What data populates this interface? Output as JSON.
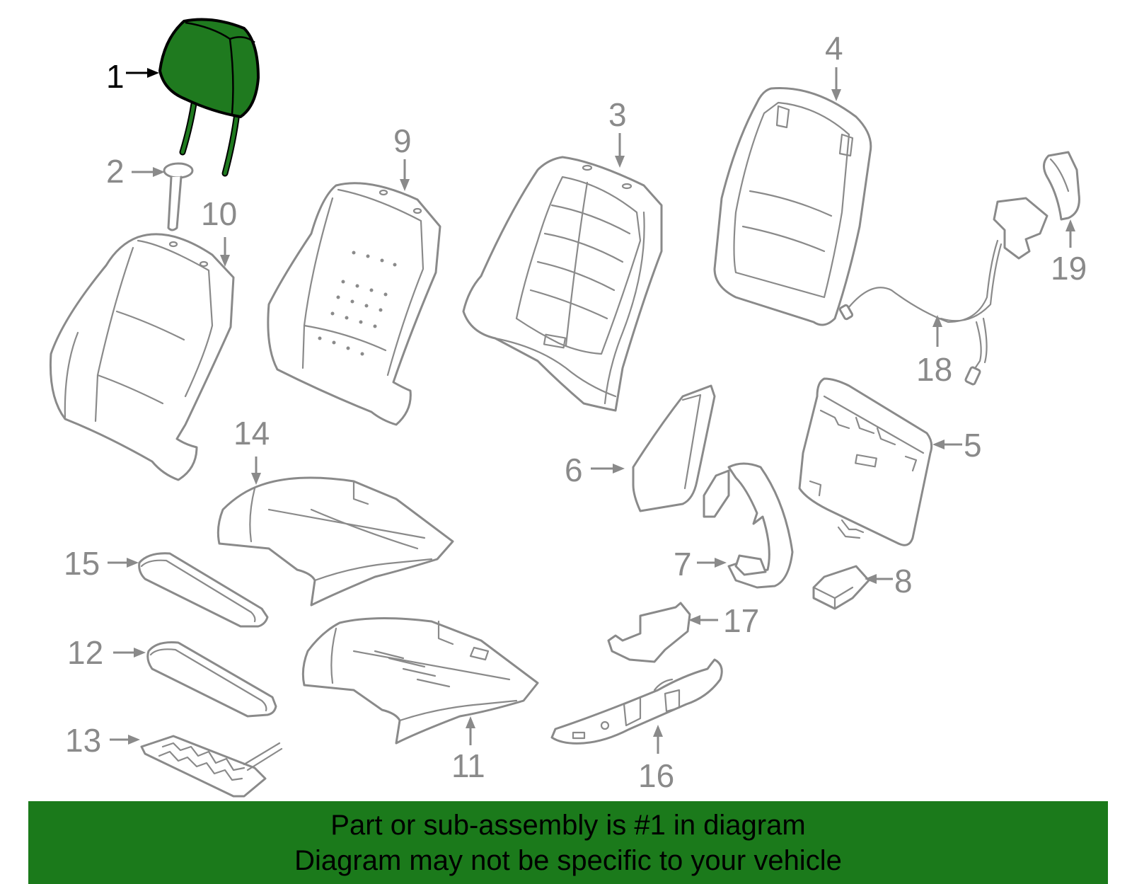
{
  "callouts": [
    {
      "id": "1",
      "label": "1",
      "highlighted": true
    },
    {
      "id": "2",
      "label": "2"
    },
    {
      "id": "3",
      "label": "3"
    },
    {
      "id": "4",
      "label": "4"
    },
    {
      "id": "5",
      "label": "5"
    },
    {
      "id": "6",
      "label": "6"
    },
    {
      "id": "7",
      "label": "7"
    },
    {
      "id": "8",
      "label": "8"
    },
    {
      "id": "9",
      "label": "9"
    },
    {
      "id": "10",
      "label": "10"
    },
    {
      "id": "11",
      "label": "11"
    },
    {
      "id": "12",
      "label": "12"
    },
    {
      "id": "13",
      "label": "13"
    },
    {
      "id": "14",
      "label": "14"
    },
    {
      "id": "15",
      "label": "15"
    },
    {
      "id": "16",
      "label": "16"
    },
    {
      "id": "17",
      "label": "17"
    },
    {
      "id": "18",
      "label": "18"
    },
    {
      "id": "19",
      "label": "19"
    }
  ],
  "notice": {
    "line1": "Part or sub-assembly is #1 in diagram",
    "line2": "Diagram may not be specific to your vehicle"
  },
  "colors": {
    "highlight": "#1f7a1f",
    "banner": "#1b7a1b",
    "line_art": "#8a8a8a"
  }
}
